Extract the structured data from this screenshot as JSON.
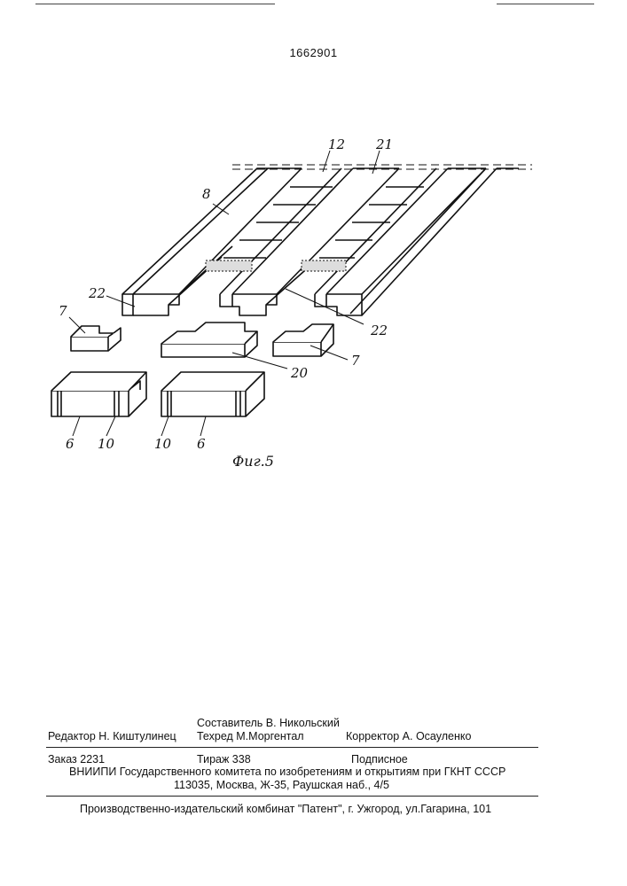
{
  "page_number": "1662901",
  "figure": {
    "caption": "Фиг.5",
    "labels": {
      "l8": "8",
      "l12": "12",
      "l21": "21",
      "l22a": "22",
      "l22b": "22",
      "l7a": "7",
      "l7b": "7",
      "l20": "20",
      "l6a": "6",
      "l10a": "10",
      "l10b": "10",
      "l6b": "6"
    }
  },
  "imprint": {
    "compiler": "Составитель  В. Никольский",
    "editor": "Редактор  Н. Киштулинец",
    "techred": "Техред М.Моргентал",
    "corrector": "Корректор  А.  Осауленко",
    "order": "Заказ 2231",
    "circulation": "Тираж  338",
    "subscription": "Подписное",
    "org": "ВНИИПИ Государственного комитета по изобретениям и открытиям при ГКНТ СССР",
    "address": "113035, Москва, Ж-35, Раушская наб., 4/5",
    "publisher": "Производственно-издательский комбинат \"Патент\", г. Ужгород, ул.Гагарина, 101"
  }
}
